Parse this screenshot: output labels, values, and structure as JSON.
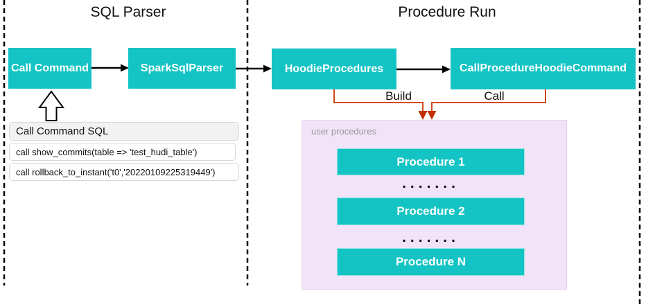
{
  "regions": {
    "sql_parser_title": "SQL Parser",
    "procedure_run_title": "Procedure Run"
  },
  "nodes": {
    "call_command": "Call Command",
    "spark_sql_parser": "SparkSqlParser",
    "hoodie_procedures": "HoodieProcedures",
    "call_procedure_hoodie_command": "CallProcedureHoodieCommand"
  },
  "sql_panel": {
    "header": "Call Command SQL",
    "rows": [
      "call show_commits(table => 'test_hudi_table')",
      "call rollback_to_instant('t0','20220109225319449')"
    ]
  },
  "connectors": {
    "build_label": "Build",
    "call_label": "Call"
  },
  "user_procedures": {
    "label": "user procedures",
    "items": [
      "Procedure 1",
      "Procedure 2",
      "Procedure N"
    ],
    "ellipsis": "......."
  },
  "colors": {
    "node-fill": "#14c4c4",
    "node-text": "#ffffff",
    "container-fill": "#f2e3f8",
    "container-border": "#e7d4f3",
    "connector-orange": "#d2481c",
    "connector-arrow": "#c23000",
    "panel-header-fill": "#f2f2f2",
    "panel-border": "#d8d8d8",
    "muted-text": "#999999"
  }
}
